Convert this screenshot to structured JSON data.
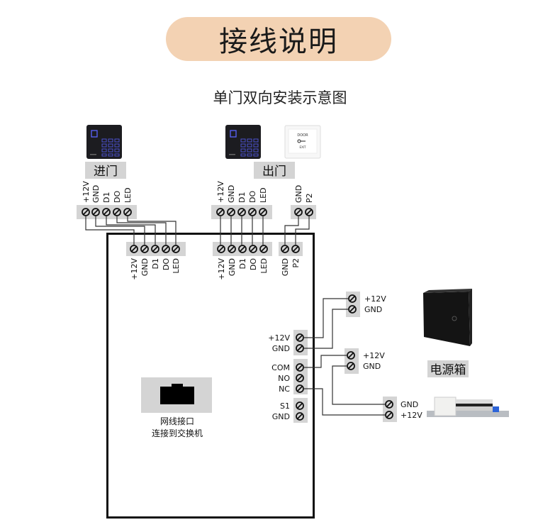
{
  "header": {
    "title": "接线说明",
    "subtitle": "单门双向安装示意图"
  },
  "colors": {
    "title_pill": "#f3d2b3",
    "terminal_block": "#d4d4d4",
    "wire": "#333333",
    "controller_border": "#111111"
  },
  "devices": {
    "entry_reader": {
      "label": "进门",
      "icon": "keypad-card-reader"
    },
    "exit_reader": {
      "label": "出门",
      "icon": "keypad-card-reader"
    },
    "exit_button": {
      "icon": "door-exit-button",
      "text_top": "DOOR",
      "text_bottom": "EXIT"
    },
    "power_box": {
      "label": "电源箱",
      "icon": "power-supply-box"
    },
    "lock": {
      "icon": "electric-bolt-lock"
    }
  },
  "terminals": {
    "entry_reader_pins": [
      "+12V",
      "GND",
      "D1",
      "DO",
      "LED"
    ],
    "exit_reader_pins": [
      "+12V",
      "GND",
      "D1",
      "DO",
      "LED"
    ],
    "exit_button_pins": [
      "GND",
      "P2"
    ],
    "controller_reader1_pins": [
      "+12V",
      "GND",
      "D1",
      "DO",
      "LED"
    ],
    "controller_reader2_pins": [
      "+12V",
      "GND",
      "D1",
      "DO",
      "LED"
    ],
    "controller_button_pins": [
      "GND",
      "P2"
    ],
    "controller_power_pins": [
      "+12V",
      "GND"
    ],
    "controller_relay_pins": [
      "COM",
      "NO",
      "NC"
    ],
    "controller_sensor_pins": [
      "S1",
      "GND"
    ],
    "psu_out1_pins": [
      "+12V",
      "GND"
    ],
    "psu_out2_pins": [
      "+12V",
      "GND"
    ],
    "lock_pins": [
      "GND",
      "+12V"
    ]
  },
  "network": {
    "line1": "网线接口",
    "line2": "连接到交换机"
  }
}
